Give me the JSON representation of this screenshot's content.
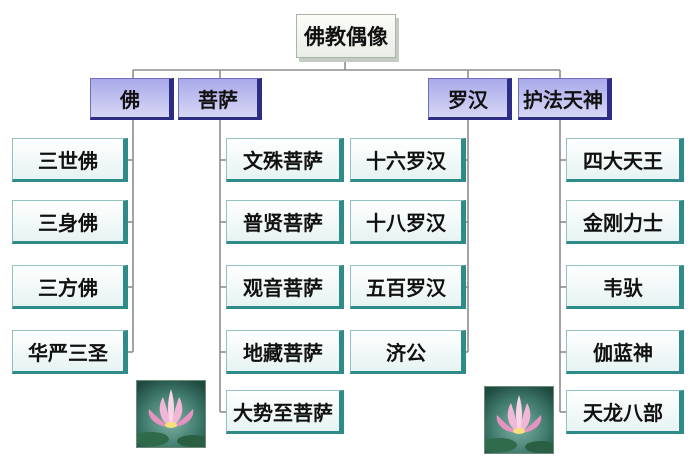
{
  "root": {
    "label": "佛教偶像"
  },
  "categories": [
    {
      "label": "佛",
      "items": [
        "三世佛",
        "三身佛",
        "三方佛",
        "华严三圣"
      ]
    },
    {
      "label": "菩萨",
      "items": [
        "文殊菩萨",
        "普贤菩萨",
        "观音菩萨",
        "地藏菩萨",
        "大势至菩萨"
      ]
    },
    {
      "label": "罗汉",
      "items": [
        "十六罗汉",
        "十八罗汉",
        "五百罗汉",
        "济公"
      ]
    },
    {
      "label": "护法天神",
      "items": [
        "四大天王",
        "金刚力士",
        "韦驮",
        "伽蓝神",
        "天龙八部"
      ]
    }
  ],
  "pictures": [
    {
      "icon": "lotus-flower-photo"
    },
    {
      "icon": "lotus-flower-photo"
    }
  ]
}
